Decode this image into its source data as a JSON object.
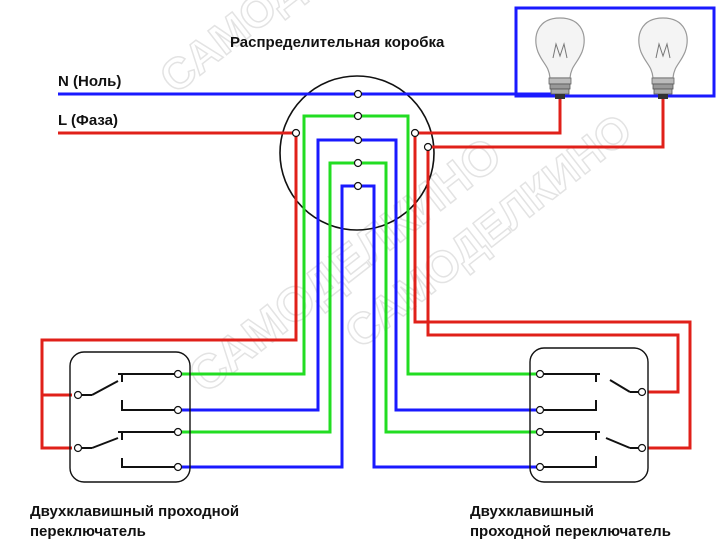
{
  "labels": {
    "junction_box": "Распределительная коробка",
    "neutral": "N (Ноль)",
    "phase": "L (Фаза)",
    "left_switch_line1": "Двухклавишный проходной",
    "left_switch_line2": "переключатель",
    "right_switch_line1": "Двухклавишный",
    "right_switch_line2": "проходной переключатель"
  },
  "watermark": {
    "top": "САМОДЕ",
    "middle": "САМОДЕЛКИНО",
    "bottom": "САМОДЕЛКИНО"
  },
  "colors": {
    "neutral": "#1a1aff",
    "phase": "#e0201a",
    "traveler_green": "#22dd22",
    "traveler_blue": "#1a1aff",
    "enclosure": "#1a1aff"
  },
  "icons": {
    "bulb": "light-bulb-icon",
    "terminal": "screw-terminal-icon"
  }
}
